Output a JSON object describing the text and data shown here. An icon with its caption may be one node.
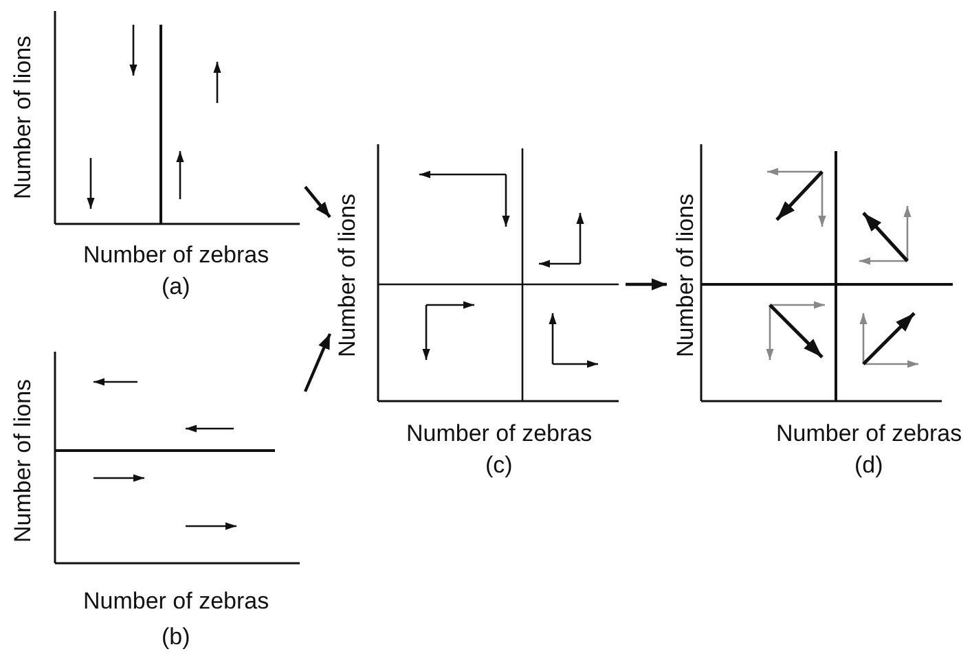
{
  "diagram": {
    "nodes": [
      {
        "text": [
          "Number of lions",
          "Number of zebras",
          "(a)"
        ]
      },
      {
        "text": [
          "Number of lions",
          "Number of zebras",
          "(b)"
        ]
      },
      {
        "text": [
          "Number of lions",
          "Number of zebras",
          "(c)"
        ]
      },
      {
        "text": [
          "Number of lions",
          "Number of zebras",
          "(d)"
        ]
      }
    ],
    "edges": [
      {
        "from": 0,
        "to": 2,
        "arrow": "to"
      },
      {
        "from": 1,
        "to": 2,
        "arrow": "to"
      },
      {
        "from": 2,
        "to": 3,
        "arrow": "to"
      }
    ]
  }
}
